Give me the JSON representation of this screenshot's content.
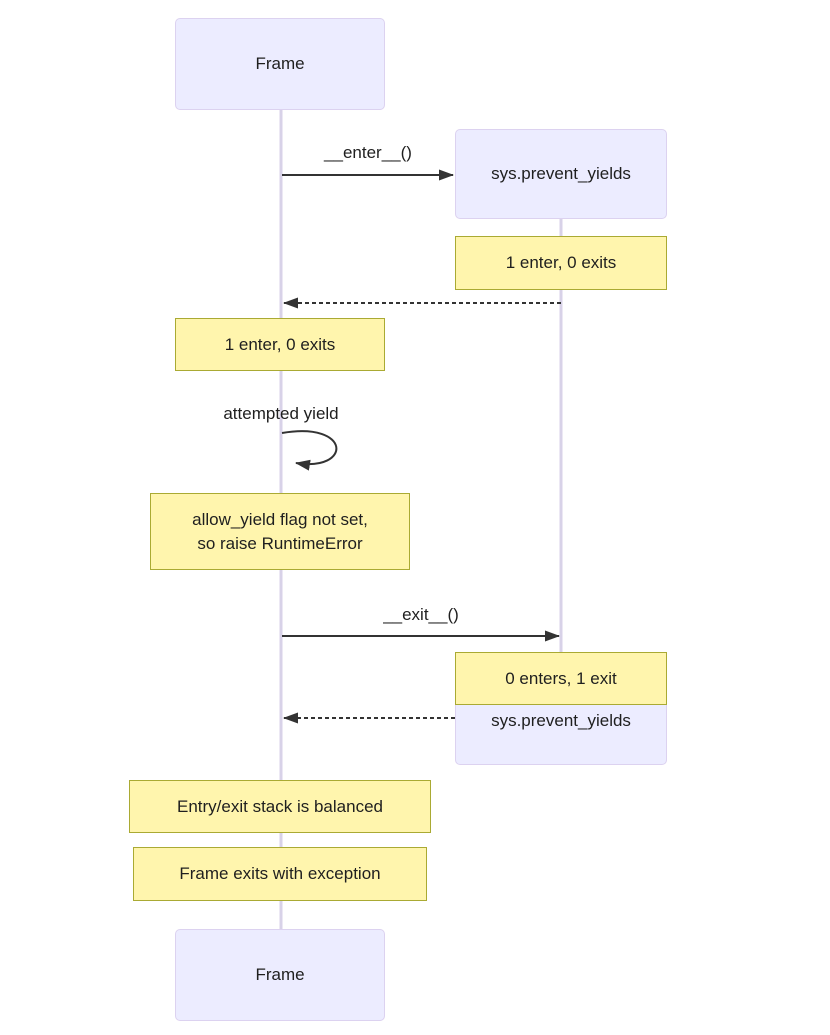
{
  "diagram_type": "sequence-diagram",
  "actors": {
    "frame_top": "Frame",
    "sys_prevent_yields_top": "sys.prevent_yields",
    "sys_prevent_yields_bottom": "sys.prevent_yields",
    "frame_bottom": "Frame"
  },
  "messages": {
    "enter_call": "__enter__()",
    "attempted_yield": "attempted yield",
    "exit_call": "__exit__()"
  },
  "notes": {
    "enter_right": "1 enter, 0 exits",
    "enter_left": "1 enter, 0 exits",
    "allow_yield": "allow_yield flag not set,\nso raise RuntimeError",
    "exit_right": "0 enters, 1 exit",
    "stack_balanced": "Entry/exit stack is balanced",
    "frame_exception": "Frame exits with exception"
  },
  "colors": {
    "actor_fill": "#ECECFF",
    "actor_border": "#DCD2F0",
    "note_fill": "#FFF5AD",
    "note_border": "#AAAA33",
    "lifeline": "#D8D2E8",
    "arrow": "#333333",
    "text": "#1F1F1F",
    "background": "#FFFFFF"
  }
}
